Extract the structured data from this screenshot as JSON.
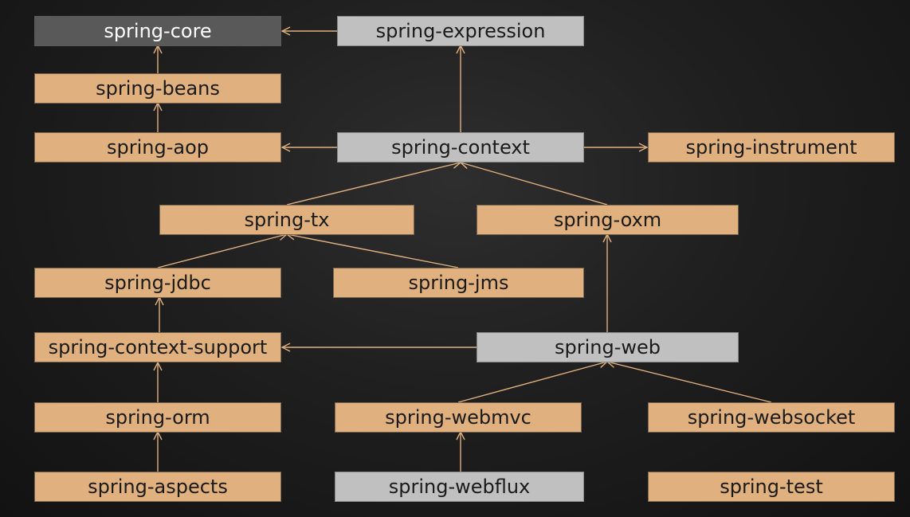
{
  "diagram": {
    "colors": {
      "orange": "#e0b07e",
      "gray": "#c0c0c0",
      "dark": "#595959",
      "arrow": "#e0b07e"
    },
    "nodes": {
      "core": {
        "label": "spring-core",
        "style": "dark"
      },
      "expression": {
        "label": "spring-expression",
        "style": "gray"
      },
      "beans": {
        "label": "spring-beans",
        "style": "orange"
      },
      "aop": {
        "label": "spring-aop",
        "style": "orange"
      },
      "context": {
        "label": "spring-context",
        "style": "gray"
      },
      "instrument": {
        "label": "spring-instrument",
        "style": "orange"
      },
      "tx": {
        "label": "spring-tx",
        "style": "orange"
      },
      "oxm": {
        "label": "spring-oxm",
        "style": "orange"
      },
      "jdbc": {
        "label": "spring-jdbc",
        "style": "orange"
      },
      "jms": {
        "label": "spring-jms",
        "style": "orange"
      },
      "context_support": {
        "label": "spring-context-support",
        "style": "orange"
      },
      "web": {
        "label": "spring-web",
        "style": "gray"
      },
      "orm": {
        "label": "spring-orm",
        "style": "orange"
      },
      "webmvc": {
        "label": "spring-webmvc",
        "style": "orange"
      },
      "websocket": {
        "label": "spring-websocket",
        "style": "orange"
      },
      "aspects": {
        "label": "spring-aspects",
        "style": "orange"
      },
      "webflux": {
        "label": "spring-webflux",
        "style": "gray"
      },
      "test": {
        "label": "spring-test",
        "style": "orange"
      }
    },
    "edges": [
      {
        "from": "expression",
        "to": "core"
      },
      {
        "from": "beans",
        "to": "core"
      },
      {
        "from": "aop",
        "to": "beans"
      },
      {
        "from": "context",
        "to": "expression"
      },
      {
        "from": "context",
        "to": "aop"
      },
      {
        "from": "context",
        "to": "instrument"
      },
      {
        "from": "tx",
        "to": "context"
      },
      {
        "from": "oxm",
        "to": "context"
      },
      {
        "from": "jdbc",
        "to": "tx"
      },
      {
        "from": "jms",
        "to": "tx"
      },
      {
        "from": "context_support",
        "to": "jdbc"
      },
      {
        "from": "web",
        "to": "context_support"
      },
      {
        "from": "web",
        "to": "oxm"
      },
      {
        "from": "orm",
        "to": "context_support"
      },
      {
        "from": "webmvc",
        "to": "web"
      },
      {
        "from": "websocket",
        "to": "web"
      },
      {
        "from": "aspects",
        "to": "orm"
      },
      {
        "from": "webflux",
        "to": "webmvc"
      }
    ]
  }
}
